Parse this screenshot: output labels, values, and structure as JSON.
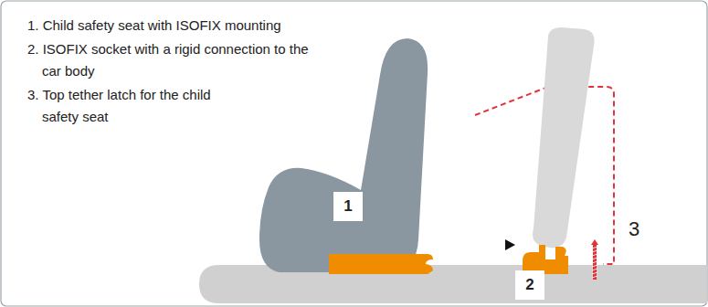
{
  "diagram": {
    "nodes": [
      {
        "text": [
          "1"
        ]
      },
      {
        "text": [
          "2"
        ]
      }
    ],
    "labels": [
      "1. Child safety seat with ISOFIX mounting",
      "2. ISOFIX socket with a rigid connection to the car body",
      "3. Top tether latch for the child safety seat",
      "3"
    ]
  }
}
